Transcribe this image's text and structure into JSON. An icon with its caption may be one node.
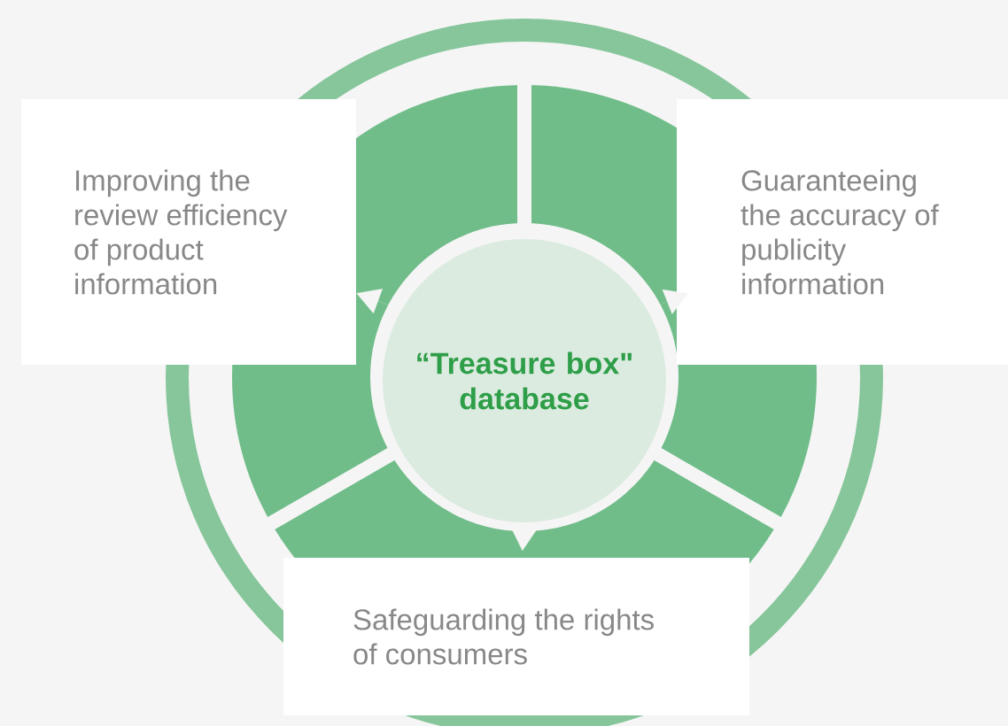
{
  "diagram": {
    "nodes": [
      {
        "text": [
          "“Treasure box\" database"
        ]
      },
      {
        "text": [
          "Improving the review efficiency of product information"
        ]
      },
      {
        "text": [
          "Guaranteeing the accuracy of publicity information"
        ]
      },
      {
        "text": [
          "Safeguarding the rights of consumers"
        ]
      }
    ],
    "edges": [
      {
        "from": 0,
        "to": 1,
        "arrow": "to"
      },
      {
        "from": 0,
        "to": 2,
        "arrow": "to"
      },
      {
        "from": 0,
        "to": 3,
        "arrow": "to"
      }
    ]
  }
}
